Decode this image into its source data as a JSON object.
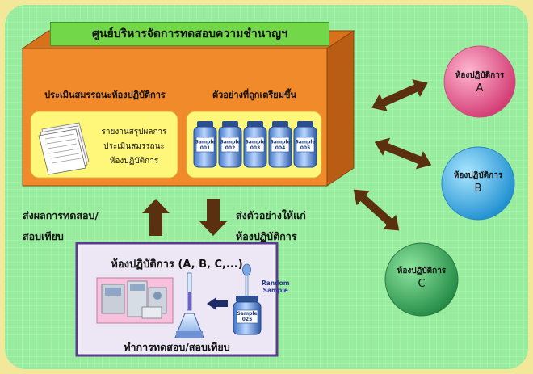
{
  "center": {
    "title": "ศูนย์บริหารจัดการทดสอบความชำนาญฯ",
    "left_heading": "ประเมินสมรรถนะห้องปฏิบัติการ",
    "left_doc_lines": [
      "รายงานสรุปผลการ",
      "ประเมินสมรรถนะ",
      "ห้องปฏิบัติการ"
    ],
    "right_heading": "ตัวอย่างที่ถูกเตรียมขึ้น",
    "samples": [
      {
        "word": "Sample",
        "num": "001"
      },
      {
        "word": "Sample",
        "num": "002"
      },
      {
        "word": "Sample",
        "num": "003"
      },
      {
        "word": "Sample",
        "num": "004"
      },
      {
        "word": "Sample",
        "num": "005"
      }
    ]
  },
  "flow": {
    "send_results": [
      "ส่งผลการทดสอบ/",
      "สอบเทียบ"
    ],
    "send_samples": [
      "ส่งตัวอย่างให้แก่",
      "ห้องปฏิบัติการ"
    ]
  },
  "lab_panel": {
    "title": "ห้องปฏิบัติการ  (A, B, C,...)",
    "random_label": [
      "Random",
      "Sample"
    ],
    "bottle_label": [
      "Sample",
      "025"
    ],
    "footer": "ทำการทดสอบ/สอบเทียบ"
  },
  "labs": [
    {
      "name": "ห้องปฏิบัติการ",
      "letter": "A",
      "color": "#e8548a"
    },
    {
      "name": "ห้องปฏิบัติการ",
      "letter": "B",
      "color": "#3aaee8"
    },
    {
      "name": "ห้องปฏิบัติการ",
      "letter": "C",
      "color": "#3fae60"
    }
  ],
  "colors": {
    "background": "#98ec9e",
    "box_front": "#f08a2a",
    "box_top": "#d8711c",
    "inner_panel": "#fff77a",
    "title_bar": "#72d84a",
    "lab_panel_border": "#5b3b8f",
    "arrow": "#5a3010"
  }
}
